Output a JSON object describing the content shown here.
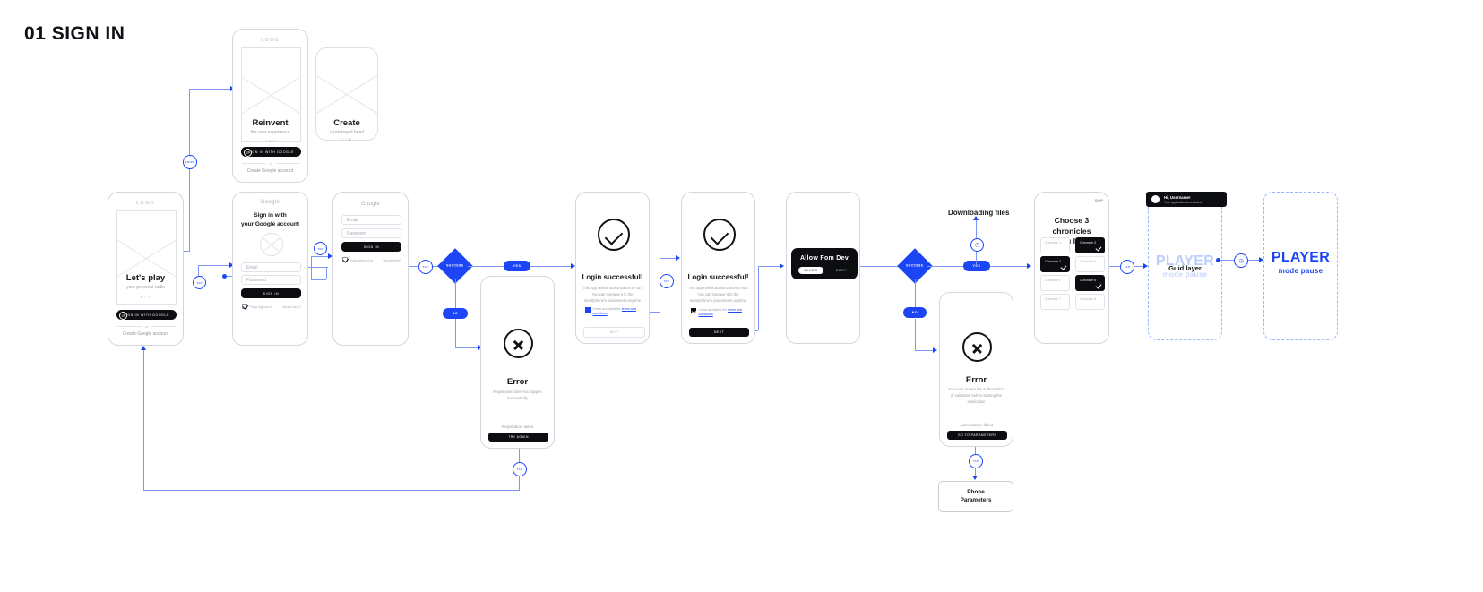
{
  "page": {
    "title": "01 SIGN IN"
  },
  "onboarding": {
    "logo": "LOGO",
    "slides": [
      {
        "id": "lets-play",
        "title": "Let's play",
        "subtitle": "your personal radio",
        "dots": "●○○"
      },
      {
        "id": "reinvent",
        "title": "Reinvent",
        "subtitle": "the user experience",
        "dots": "○●○"
      },
      {
        "id": "create",
        "title": "Create",
        "subtitle": "a privileged bond",
        "dots": "○○●"
      }
    ],
    "google_button": "SIGN IN WITH GOOGLE",
    "google_icon": "google-g-icon",
    "or": "or",
    "create_account": "Create Google account"
  },
  "google_signin": {
    "brand": "Google",
    "title_line1": "Sign in with",
    "title_line2": "your Google account",
    "avatar_icon": "avatar-placeholder-icon",
    "email_placeholder": "Email",
    "password_placeholder": "Password",
    "submit": "SIGN IN",
    "stay_signed_in": "Stay signed in",
    "need_help": "Need help?"
  },
  "login_success": {
    "icon": "check-circle-icon",
    "heading": "Login successful!",
    "body_line1": "This app needs authorization to run.",
    "body_line2": "You can manage it in the",
    "body_line3": "smartphone's parameters anytime",
    "consent_prefix": "I have accepted the ",
    "consent_link": "terms and conditions",
    "next_unchecked": "NEXT",
    "next_checked": "NEXT"
  },
  "error_registration": {
    "icon": "x-circle-icon",
    "heading": "Error",
    "body_line1": "Registration does not happen",
    "body_line2": "successfully",
    "status": "Registration failed",
    "button": "TRY AGAIN"
  },
  "error_authorization": {
    "icon": "x-circle-icon",
    "heading": "Error",
    "body_line1": "You must accept the authorization",
    "body_line2": "of validation before starting the",
    "body_line3": "application",
    "status": "Authorization failed",
    "button": "GO TO PARAMETERS"
  },
  "allow_dialog": {
    "title": "Allow Fom Dev",
    "close_icon": "close-icon",
    "allow": "ALLOW",
    "deny": "DENY"
  },
  "chronicles": {
    "skip": "SKIP",
    "title_line1": "Choose 3 chronicles",
    "title_line2": "you like",
    "tiles": [
      {
        "label": "Chronicle 1",
        "selected": false
      },
      {
        "label": "Chronicle 2",
        "selected": true
      },
      {
        "label": "Chronicle 3",
        "selected": true
      },
      {
        "label": "Chronicle 4",
        "selected": false
      },
      {
        "label": "Chronicle 5",
        "selected": false
      },
      {
        "label": "Chronicle 6",
        "selected": true
      },
      {
        "label": "Chronicle 7",
        "selected": false
      },
      {
        "label": "Chronicle 8",
        "selected": false
      }
    ]
  },
  "guid_layer": {
    "heading": "Guid layer",
    "player_title": "PLAYER",
    "player_sub": "mode pause"
  },
  "player_screen": {
    "player_title": "PLAYER",
    "player_sub": "mode pause"
  },
  "hi_user": {
    "avatar_icon": "avatar-icon",
    "greeting": "Hi, Username!",
    "sub": "Your application is activated"
  },
  "flow": {
    "downloading_files": "Downloading files",
    "phone_parameters_line1": "Phone",
    "phone_parameters_line2": "Parameters",
    "diamond_success": "SUCCESS",
    "diamond_success2": "SUCCESS",
    "pill_yes": "YES",
    "pill_no": "NO",
    "pill_yes2": "YES",
    "pill_no2": "NO",
    "tap": "TAP",
    "swipe": "SWIPE",
    "clock_icon": "clock-icon"
  },
  "colors": {
    "accent": "#1b45f5",
    "line": "#7d96f7",
    "dark": "#0c0d10",
    "muted": "#9aa0aa",
    "border": "#e0e3e9"
  }
}
